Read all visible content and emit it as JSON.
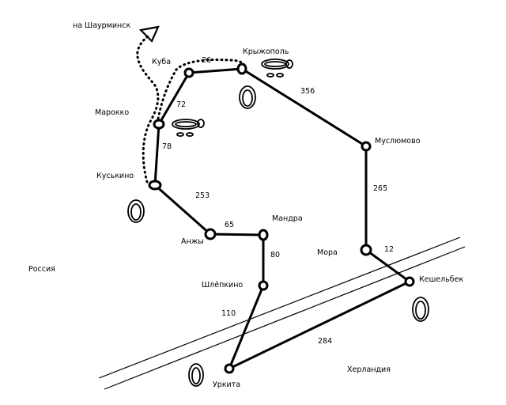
{
  "map": {
    "direction_label": "на Шаурминск",
    "countries": {
      "home": "Россия",
      "neighbor": "Херландия"
    },
    "towns": {
      "kuba": "Куба",
      "kryzhopol": "Крыжополь",
      "marokko": "Марокко",
      "kuskino": "Куськино",
      "muslyumovo": "Муслюмово",
      "anzhy": "Анжы",
      "mandra": "Мандра",
      "mora": "Мора",
      "shlyopkino": "Шлёпкино",
      "keshelbek": "Кешельбек",
      "urkita": "Уркита"
    },
    "distances": {
      "kuba_kryzhopol": "26",
      "kryzhopol_muslyumovo": "356",
      "marokko_kuba": "72",
      "kuskino_marokko": "78",
      "kuskino_anzhy": "253",
      "anzhy_mandra": "65",
      "muslyumovo_mora": "265",
      "mandra_shlyopkino": "80",
      "mora_keshelbek": "12",
      "shlyopkino_urkita": "110",
      "urkita_keshelbek": "284"
    }
  }
}
